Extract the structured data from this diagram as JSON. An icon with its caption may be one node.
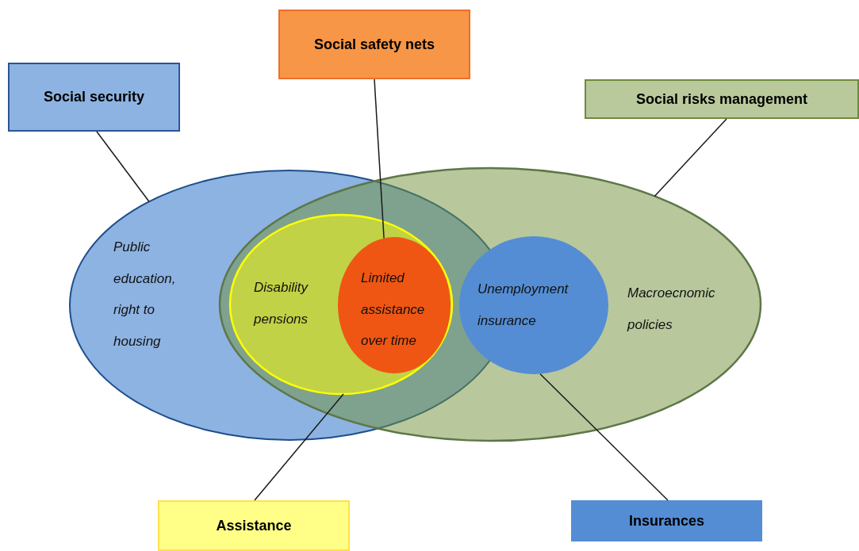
{
  "diagram": {
    "nodes": [
      {
        "text": [
          "Social security"
        ]
      },
      {
        "text": [
          "Social safety nets"
        ]
      },
      {
        "text": [
          "Social risks management"
        ]
      },
      {
        "text": [
          "Public education, right to housing"
        ]
      },
      {
        "text": [
          "Macroecnomic policies"
        ]
      },
      {
        "text": [
          "Disability pensions"
        ]
      },
      {
        "text": [
          "Limited assistance over time"
        ],
        "in": 5
      },
      {
        "text": [
          "Unemployment insurance"
        ],
        "in": 4
      },
      {
        "text": [
          "Assistance"
        ]
      },
      {
        "text": [
          "Insurances"
        ]
      }
    ],
    "edges": [
      {
        "from": 0,
        "to": 3,
        "arrow": "none"
      },
      {
        "from": 1,
        "to": 6,
        "arrow": "none"
      },
      {
        "from": 2,
        "to": 4,
        "arrow": "none"
      },
      {
        "from": 8,
        "to": 5,
        "arrow": "none"
      },
      {
        "from": 9,
        "to": 7,
        "arrow": "none"
      }
    ]
  }
}
